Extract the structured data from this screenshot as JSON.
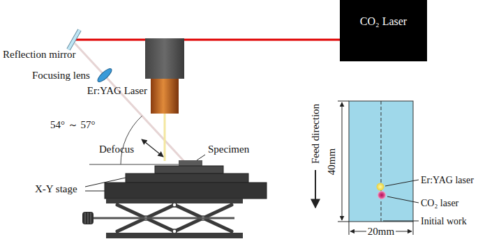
{
  "diagram": {
    "nodes": [
      {
        "text": [
          "CO₂ Laser"
        ]
      }
    ],
    "edges": [],
    "labels": [
      "Reflection mirror",
      "Focusing lens",
      "Er:YAG Laser",
      "54° ～ 57°",
      "Defocus",
      "Specimen",
      "X-Y stage",
      "Feed direction",
      "40mm",
      "Er:YAG laser",
      "CO₂ laser",
      "Initial work",
      "20mm"
    ]
  }
}
